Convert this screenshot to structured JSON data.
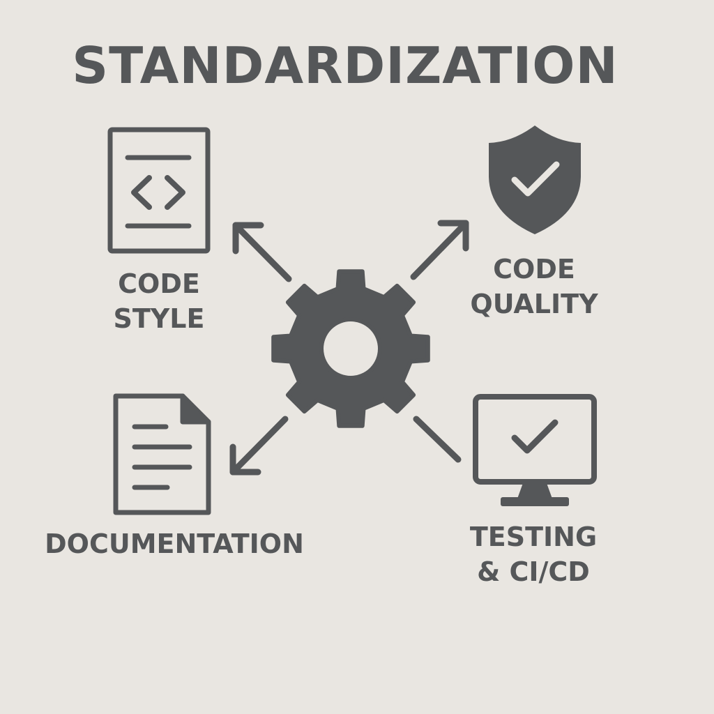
{
  "title": "STANDARDIZATION",
  "colors": {
    "background": "#e9e6e1",
    "ink": "#555759"
  },
  "center": {
    "icon": "gear-icon"
  },
  "nodes": {
    "code_style": {
      "icon": "code-file-icon",
      "line1": "CODE",
      "line2": "STYLE"
    },
    "code_quality": {
      "icon": "shield-check-icon",
      "line1": "CODE",
      "line2": "QUALITY"
    },
    "documentation": {
      "icon": "document-icon",
      "line1": "DOCUMENTATION"
    },
    "testing": {
      "icon": "monitor-check-icon",
      "line1": "TESTING",
      "line2": "& CI/CD"
    }
  }
}
